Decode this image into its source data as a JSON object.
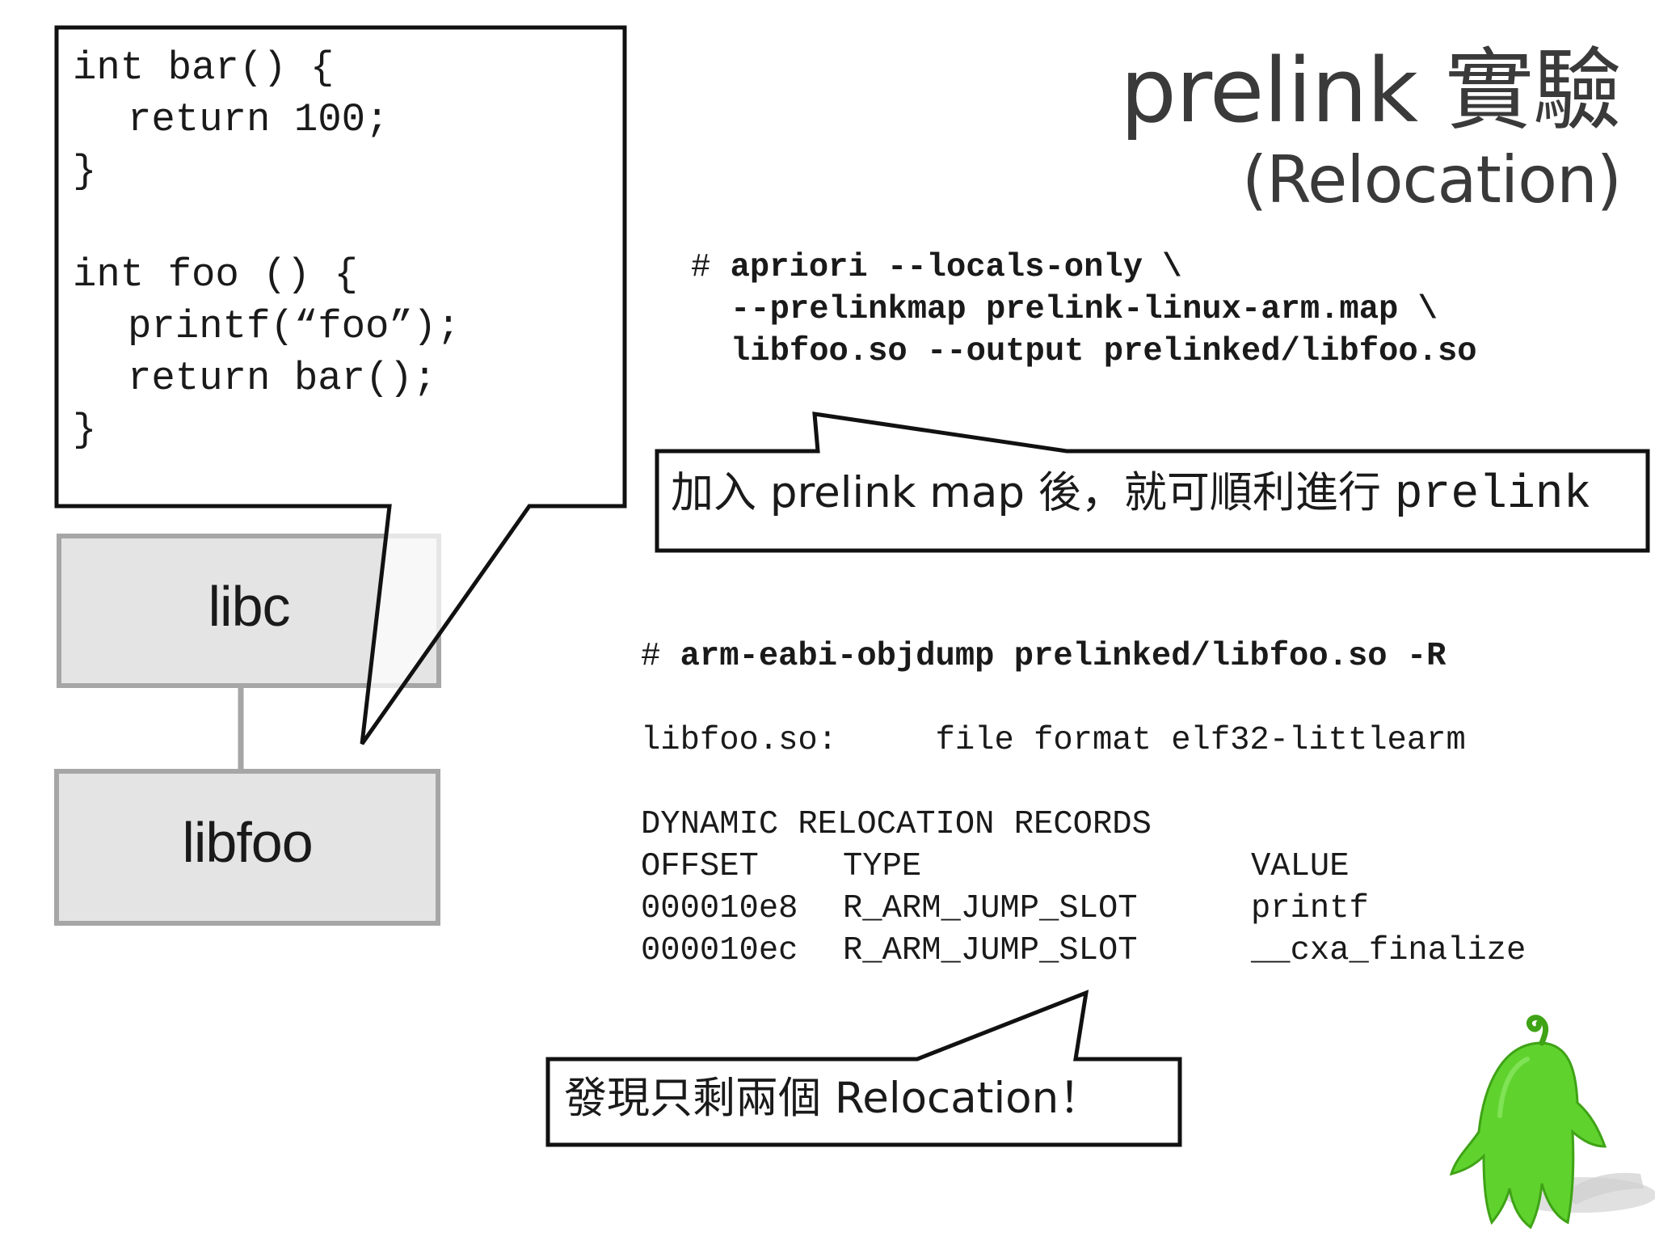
{
  "title": "prelink 實驗",
  "subtitle": "(Relocation)",
  "code": {
    "line1": "int bar() {",
    "line2": "return 100;",
    "line3": "}",
    "line4": "int foo () {",
    "line5": "printf(“foo”);",
    "line6": "return bar();",
    "line7": "}"
  },
  "boxes": {
    "libc": "libc",
    "libfoo": "libfoo"
  },
  "command1": {
    "prompt": "# ",
    "line1": "apriori --locals-only \\",
    "line2": "--prelinkmap prelink-linux-arm.map \\",
    "line3": "libfoo.so --output prelinked/libfoo.so"
  },
  "callout1": {
    "text": "加入 prelink map 後，就可順利進行 ",
    "emphasis": "prelink"
  },
  "command2": {
    "prompt": "# ",
    "text": "arm-eabi-objdump prelinked/libfoo.so -R"
  },
  "dump": {
    "file_line": "libfoo.so:     file format elf32-littlearm",
    "records_header": "DYNAMIC RELOCATION RECORDS",
    "columns": [
      "OFFSET",
      "TYPE",
      "VALUE"
    ],
    "rows": [
      [
        "000010e8",
        "R_ARM_JUMP_SLOT",
        "printf"
      ],
      [
        "000010ec",
        "R_ARM_JUMP_SLOT",
        "__cxa_finalize"
      ]
    ]
  },
  "callout2": "發現只剩兩個 Relocation！",
  "mascot_icon": "green-ghost-mascot-icon",
  "colors": {
    "box_fill": "#e4e4e4",
    "box_border": "#a6a6a6",
    "mascot_green": "#5fd22e"
  }
}
